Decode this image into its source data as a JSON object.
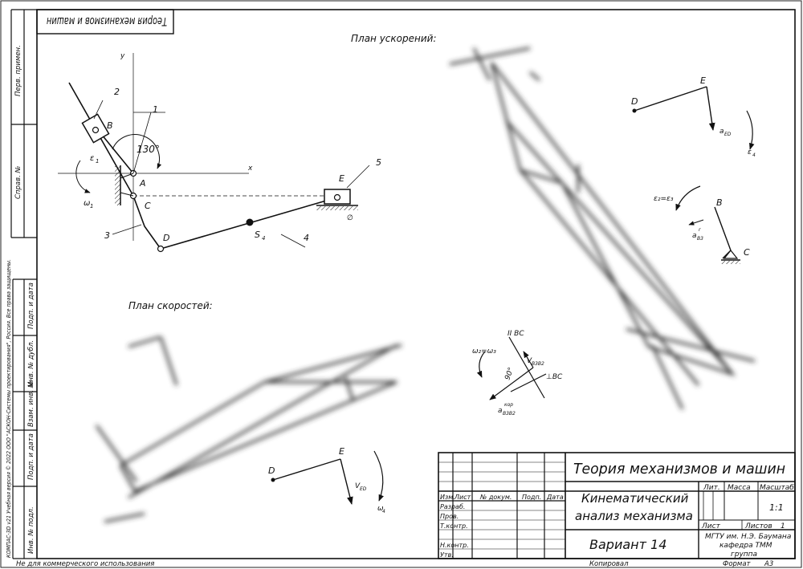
{
  "header_box": {
    "title": "Теория механизмов и машин"
  },
  "left_strip": {
    "perv_primen": "Перв. примен.",
    "sprav_no": "Справ. №",
    "podp_data_1": "Подп. и дата",
    "inv_dubl": "Инв. № дубл.",
    "vzam_inv": "Взам. инв. №",
    "podp_data_2": "Подп. и дата",
    "inv_podl": "Инв. № подл.",
    "copyright": "КОМПАС-3D v21 Учебная версия © 2022 ООО \"АСКОН-Системы проектирования\", Россия. Все права защищены."
  },
  "labels": {
    "accel_plan": "План ускорений:",
    "velocity_plan": "План скоростей:"
  },
  "mechanism": {
    "B": "B",
    "A": "A",
    "C": "C",
    "D": "D",
    "E": "E",
    "S4": "S",
    "S4_sub": "4",
    "x": "x",
    "y": "y",
    "angle": "130°",
    "part1": "1",
    "part2": "2",
    "part3": "3",
    "part4": "4",
    "part5": "5",
    "eps1": "ε",
    "eps1_sub": "1",
    "om1": "ω",
    "om1_sub": "1",
    "zero": "∅"
  },
  "accel_small": {
    "D": "D",
    "E": "E",
    "a": "a",
    "a_sub": "ED",
    "eps": "ε",
    "eps_sub": "4",
    "eps23": "ε₂=ε₃",
    "B": "B",
    "C": "C",
    "ab": "a",
    "ab_sub": "B3",
    "ab_sup": "r"
  },
  "cor": {
    "parBC": "II BC",
    "perpBC": "⊥BC",
    "w23": "ω₂=ω₃",
    "v": "V",
    "v_sub": "B3B2",
    "angle": "90°",
    "a": "a",
    "a_sub": "B3B2",
    "a_sup": "кор"
  },
  "vel_small": {
    "D": "D",
    "E": "E",
    "v": "V",
    "v_sub": "ED",
    "w": "ω",
    "w_sub": "4"
  },
  "title_block": {
    "main_title": "Теория механизмов и машин",
    "doc_name_1": "Кинематический",
    "doc_name_2": "анализ механизма",
    "variant": "Вариант 14",
    "col_izm": "Изм.",
    "col_list": "Лист",
    "col_doc": "№ докум.",
    "col_podp": "Подп.",
    "col_data": "Дата",
    "razrab": "Разраб.",
    "prov": "Пров.",
    "tkontr": "Т.контр.",
    "nkontr": "Н.контр.",
    "utv": "Утв.",
    "lit": "Лит.",
    "massa": "Масса",
    "masshtab": "Масштаб",
    "scale_val": "1:1",
    "list": "Лист",
    "listov": "Листов",
    "listov_val": "1",
    "org_1": "МГТУ им. Н.Э. Баумана",
    "org_2": "кафедра ТММ",
    "org_3": "группа"
  },
  "footer": {
    "noncommercial": "Не для коммерческого использования",
    "kopiroval": "Копировал",
    "format": "Формат",
    "format_val": "А3"
  }
}
